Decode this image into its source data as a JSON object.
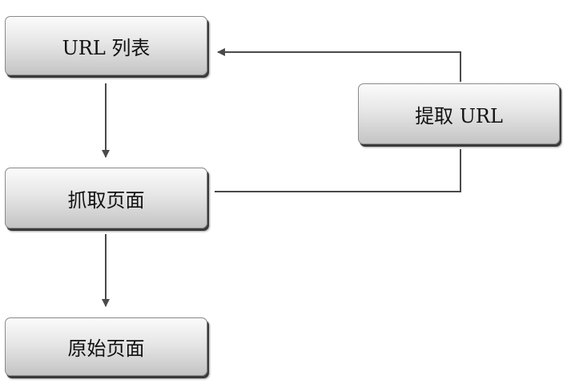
{
  "nodes": {
    "url_list": "URL 列表",
    "fetch_page": "抓取页面",
    "raw_page": "原始页面",
    "extract_url": "提取 URL"
  },
  "colors": {
    "line": "#4a4a4a",
    "box_border": "#8a8a8a",
    "shadow": "#3a3a3a"
  }
}
